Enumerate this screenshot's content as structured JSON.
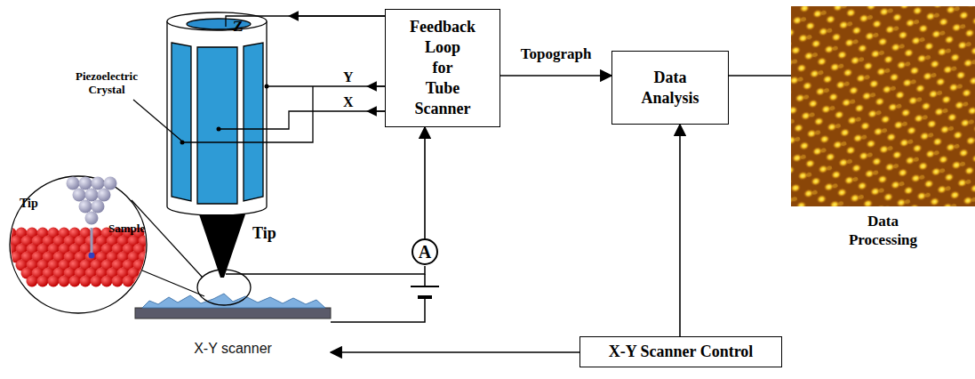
{
  "diagram": {
    "nodes": [
      {
        "text": [
          "Feedback Loop for Tube Scanner"
        ]
      },
      {
        "text": [
          "Data Analysis"
        ]
      },
      {
        "text": [
          "Data Processing"
        ]
      },
      {
        "text": [
          "X-Y Scanner Control"
        ]
      },
      {
        "text": [
          "X-Y scanner"
        ]
      },
      {
        "text": [
          "A"
        ]
      }
    ],
    "edges": [
      {
        "from": 0,
        "to": 1,
        "label": "Topograph",
        "arrow": "to"
      },
      {
        "from": 1,
        "to": 2,
        "arrow": "none"
      },
      {
        "from": 3,
        "to": 1,
        "arrow": "to"
      },
      {
        "from": 3,
        "to": 4,
        "arrow": "to"
      },
      {
        "from": 5,
        "to": 0,
        "arrow": "to"
      }
    ],
    "labels": [
      "Z",
      "Piezoelectric Crystal",
      "Y",
      "X",
      "Tip",
      "Sample",
      "Tip"
    ]
  }
}
